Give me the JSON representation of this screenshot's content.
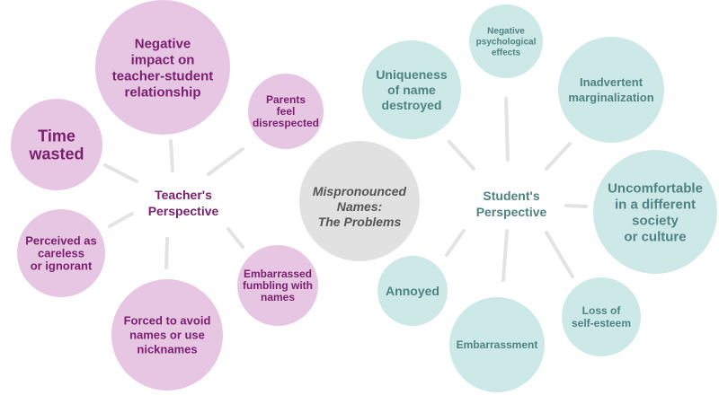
{
  "center": {
    "lines": [
      "Mispronounced",
      "Names:",
      "The Problems"
    ],
    "fill": "#e1e1e1",
    "text_color": "#555555"
  },
  "teacher": {
    "lines": [
      "Teacher's",
      "Perspective"
    ],
    "text_color": "#7a1f6e",
    "bubble_fill": "#e7c6e4",
    "items": [
      {
        "id": "negative-impact",
        "lines": [
          "Negative",
          "impact on",
          "teacher-student",
          "relationship"
        ]
      },
      {
        "id": "parents-feel-disrespected",
        "lines": [
          "Parents",
          "feel",
          "disrespected"
        ]
      },
      {
        "id": "time-wasted",
        "lines": [
          "Time",
          "wasted"
        ]
      },
      {
        "id": "perceived-careless",
        "lines": [
          "Perceived as",
          "careless",
          "or ignorant"
        ]
      },
      {
        "id": "forced-to-avoid",
        "lines": [
          "Forced to avoid",
          "names or use",
          "nicknames"
        ]
      },
      {
        "id": "embarrassed-fumbling",
        "lines": [
          "Embarrassed",
          "fumbling with",
          "names"
        ]
      }
    ]
  },
  "student": {
    "lines": [
      "Student's",
      "Perspective"
    ],
    "text_color": "#4f8383",
    "bubble_fill": "#cce9e7",
    "items": [
      {
        "id": "uniqueness-destroyed",
        "lines": [
          "Uniqueness",
          "of name",
          "destroyed"
        ]
      },
      {
        "id": "negative-psychological",
        "lines": [
          "Negative",
          "psychological",
          "effects"
        ]
      },
      {
        "id": "inadvertent-marginalization",
        "lines": [
          "Inadvertent",
          "marginalization"
        ]
      },
      {
        "id": "uncomfortable",
        "lines": [
          "Uncomfortable",
          "in a different",
          "society",
          "or culture"
        ]
      },
      {
        "id": "loss-of-self-esteem",
        "lines": [
          "Loss of",
          "self-esteem"
        ]
      },
      {
        "id": "embarrassment",
        "lines": [
          "Embarrassment"
        ]
      },
      {
        "id": "annoyed",
        "lines": [
          "Annoyed"
        ]
      }
    ]
  },
  "connector_color": "#e3e3e3"
}
